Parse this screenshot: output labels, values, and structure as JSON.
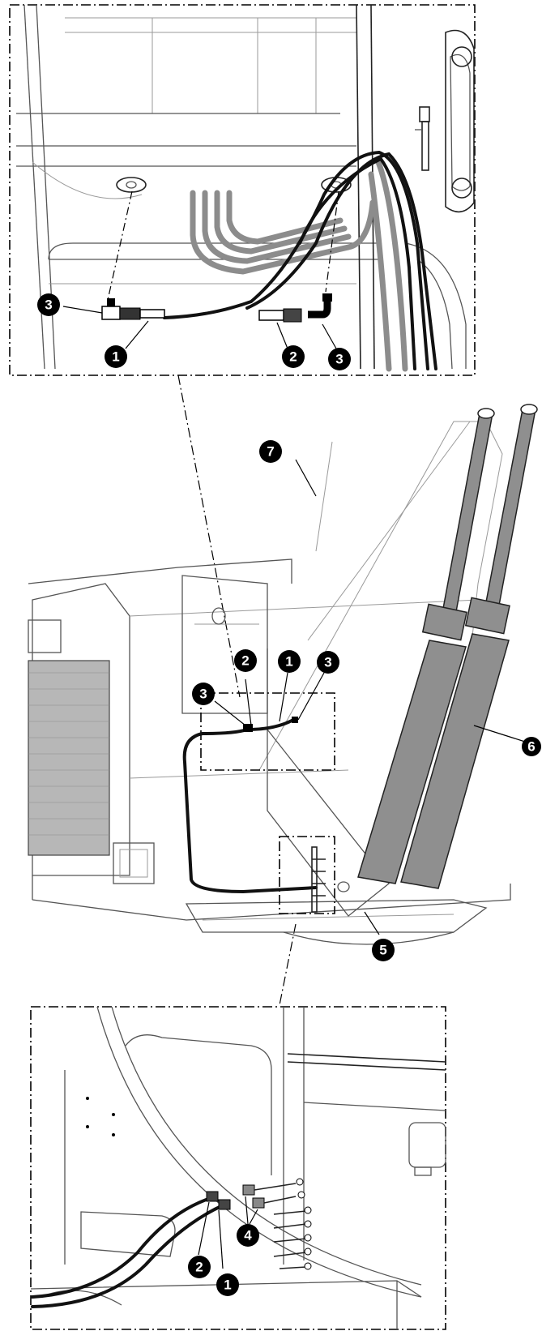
{
  "callouts": [
    {
      "label": "3"
    },
    {
      "label": "1"
    },
    {
      "label": "2"
    },
    {
      "label": "3"
    },
    {
      "label": "7"
    },
    {
      "label": "2"
    },
    {
      "label": "1"
    },
    {
      "label": "3"
    },
    {
      "label": "3"
    },
    {
      "label": "6"
    },
    {
      "label": "5"
    },
    {
      "label": "4"
    },
    {
      "label": "2"
    },
    {
      "label": "1"
    }
  ]
}
